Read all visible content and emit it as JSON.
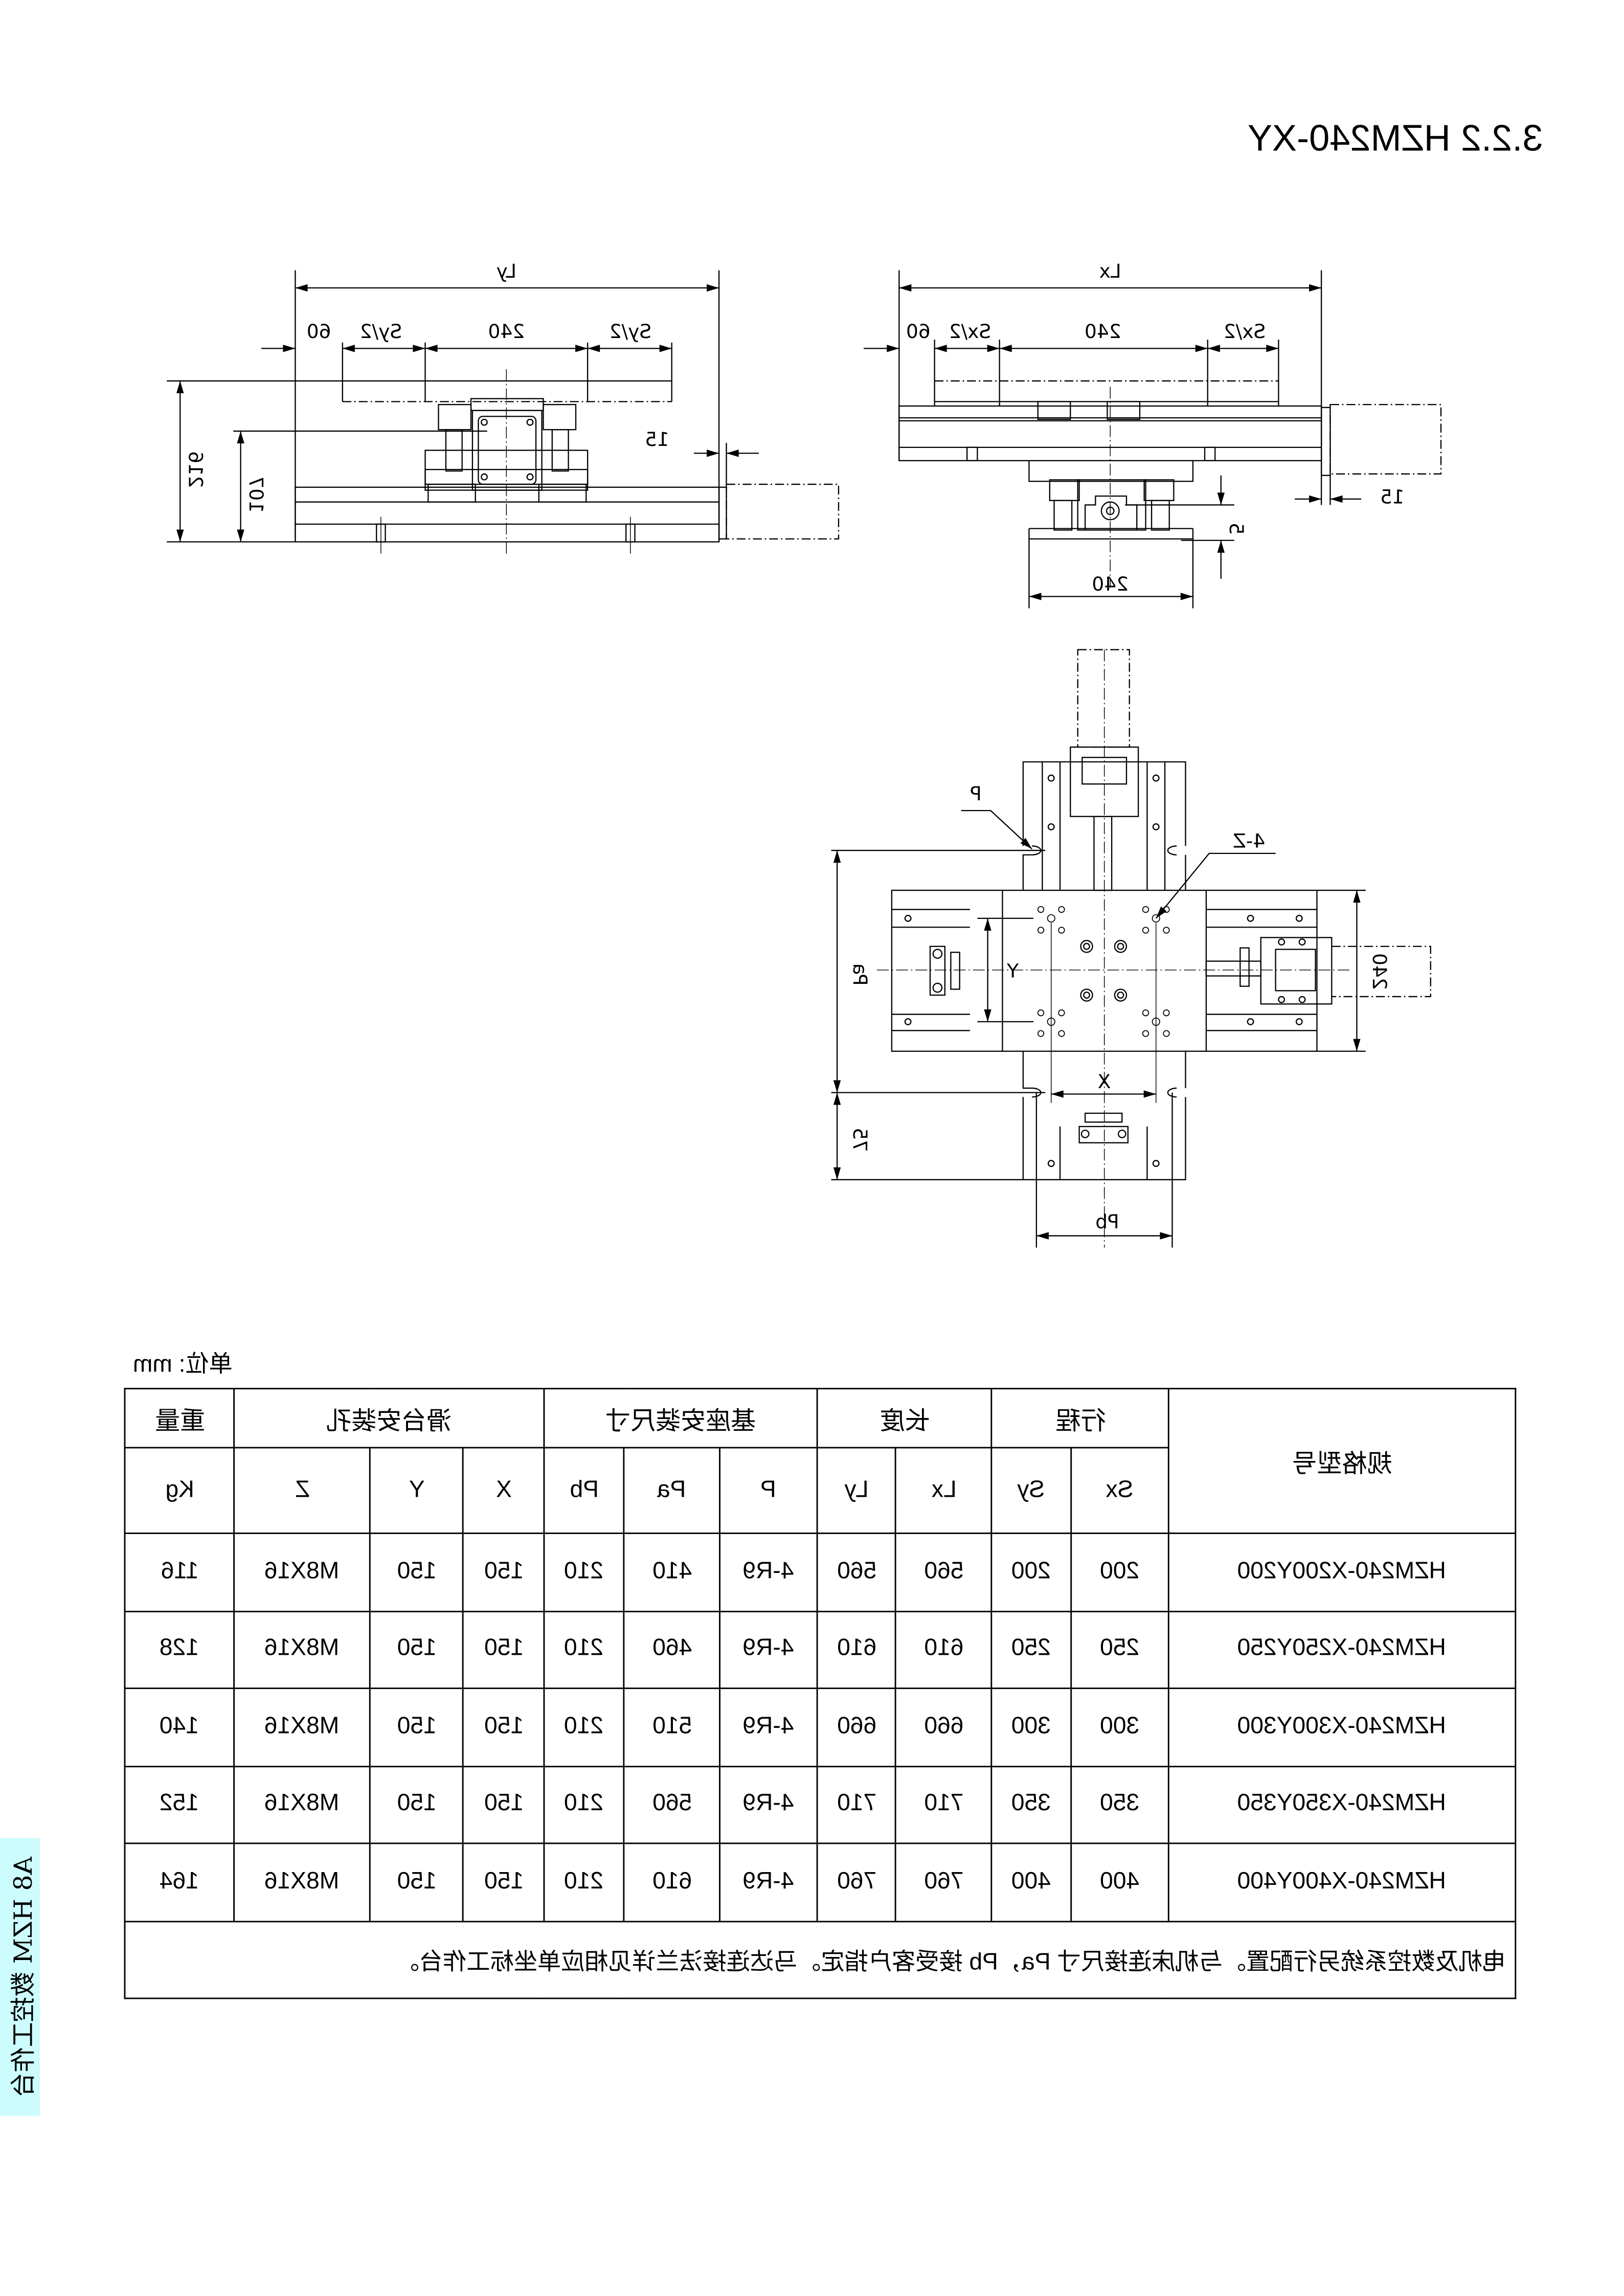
{
  "title": "3.2.2 HZM240-XY",
  "drawing": {
    "side_view": {
      "length": "Ly",
      "margin": "60",
      "half_stroke_left": "Sy/2",
      "center": "240",
      "half_stroke_right": "Sy/2",
      "height_total": "216",
      "height_center": "107",
      "motor_gap": "15"
    },
    "front_view": {
      "length": "Lx",
      "margin": "60",
      "half_stroke_left": "Sx/2",
      "center": "240",
      "half_stroke_right": "Sx/2",
      "motor_gap": "15",
      "offset": "5",
      "base_width": "240"
    },
    "top_view": {
      "p_label": "P",
      "z_label": "4-Z",
      "pa_label": "Pa",
      "offset_label": "75",
      "x_label": "X",
      "y_label": "Y",
      "pb_label": "Pb",
      "width_label": "240"
    }
  },
  "units_label": "单位: mm",
  "table": {
    "group_headers": {
      "model": "规格型号",
      "stroke": "行程",
      "length": "长度",
      "base_mount": "基座安装尺寸",
      "slide_holes": "滑台安装孔",
      "weight": "重量"
    },
    "columns": [
      "Sx",
      "Sy",
      "Lx",
      "Ly",
      "P",
      "Pa",
      "Pb",
      "X",
      "Y",
      "Z",
      "Kg"
    ],
    "rows": [
      [
        "HZM240-X200Y200",
        "200",
        "200",
        "560",
        "560",
        "4-R9",
        "410",
        "210",
        "150",
        "150",
        "M8X16",
        "116"
      ],
      [
        "HZM240-X250Y250",
        "250",
        "250",
        "610",
        "610",
        "4-R9",
        "460",
        "210",
        "150",
        "150",
        "M8X16",
        "128"
      ],
      [
        "HZM240-X300Y300",
        "300",
        "300",
        "660",
        "660",
        "4-R9",
        "510",
        "210",
        "150",
        "150",
        "M8X16",
        "140"
      ],
      [
        "HZM240-X350Y350",
        "350",
        "350",
        "710",
        "710",
        "4-R9",
        "560",
        "210",
        "150",
        "150",
        "M8X16",
        "152"
      ],
      [
        "HZM240-X400Y400",
        "400",
        "400",
        "760",
        "760",
        "4-R9",
        "610",
        "210",
        "150",
        "150",
        "M8X16",
        "164"
      ]
    ],
    "note": "电机及数控系统另行配置。与机床连接尺寸 Pa，Pb 接受客户指定。马达连接法兰详见相应单坐标工作台。"
  },
  "side_tab": "A8 HZM 数控工作台",
  "colors": {
    "side_tab_bg": "#ccfcfd",
    "line": "#000000"
  }
}
